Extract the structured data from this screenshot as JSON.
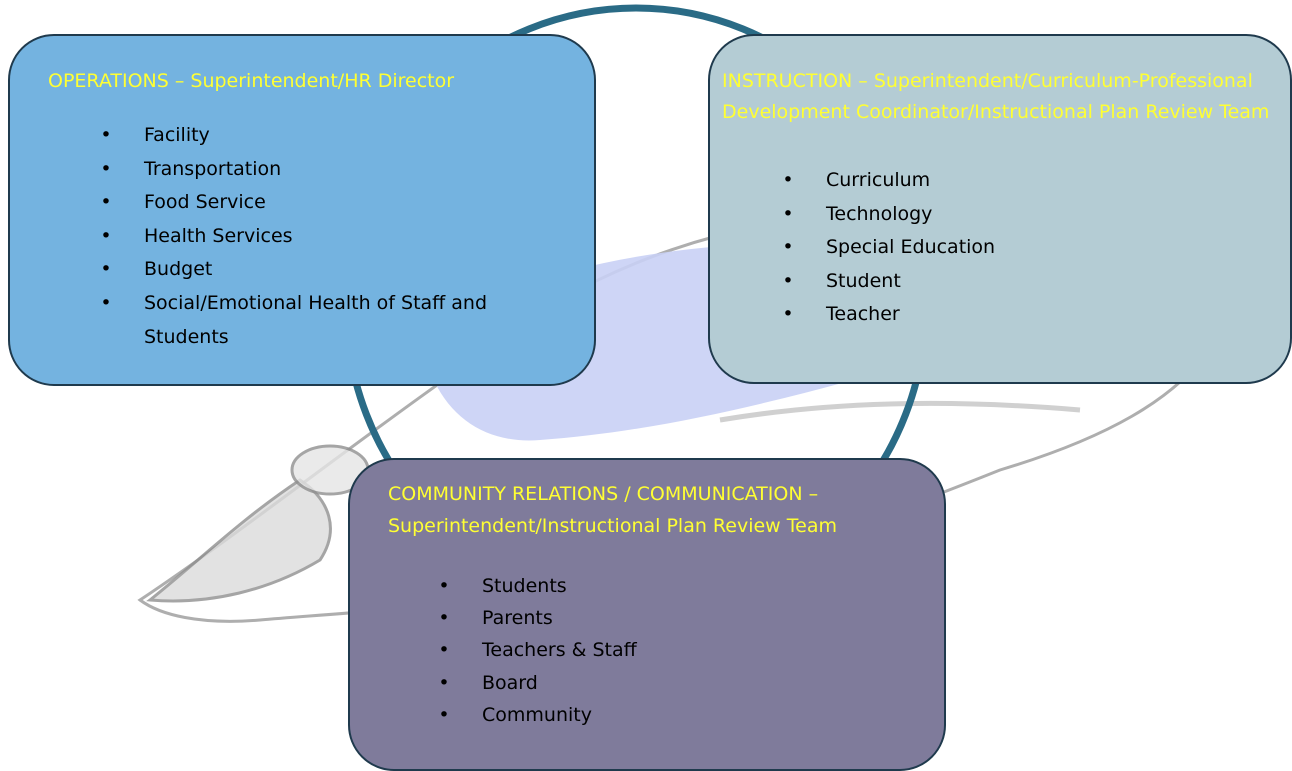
{
  "colors": {
    "ring": "#2a6b86",
    "operations_fill": "#74b3e0",
    "instruction_fill": "#b4ccd4",
    "community_fill": "#7f7b9b",
    "title_text": "#ffff33",
    "bird_watermark": "#c9d0f5"
  },
  "bullet_glyph": "•",
  "operations": {
    "title": "OPERATIONS – Superintendent/HR Director",
    "items": [
      "Facility",
      "Transportation",
      "Food Service",
      "Health Services",
      "Budget",
      "Social/Emotional Health of Staff and Students"
    ]
  },
  "instruction": {
    "title": "INSTRUCTION – Superintendent/Curriculum-Professional Development Coordinator/Instructional Plan Review Team",
    "items": [
      "Curriculum",
      "Technology",
      "Special Education",
      "Student",
      "Teacher"
    ]
  },
  "community": {
    "title": "COMMUNITY RELATIONS / COMMUNICATION – Superintendent/Instructional Plan Review Team",
    "items": [
      "Students",
      "Parents",
      "Teachers & Staff",
      "Board",
      "Community"
    ]
  }
}
